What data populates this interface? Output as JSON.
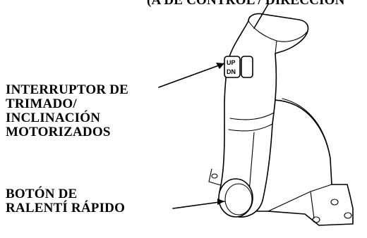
{
  "callouts": {
    "top_partial": "(A DE CONTROL / DIRECCIÓN",
    "trim_switch": [
      "INTERRUPTOR DE",
      "TRIMADO/",
      "INCLINACIÓN",
      "MOTORIZADOS"
    ],
    "fast_idle": [
      "BOTÓN DE",
      "RALENTÍ RÁPIDO"
    ]
  },
  "switch": {
    "up": "UP",
    "down": "DN"
  }
}
